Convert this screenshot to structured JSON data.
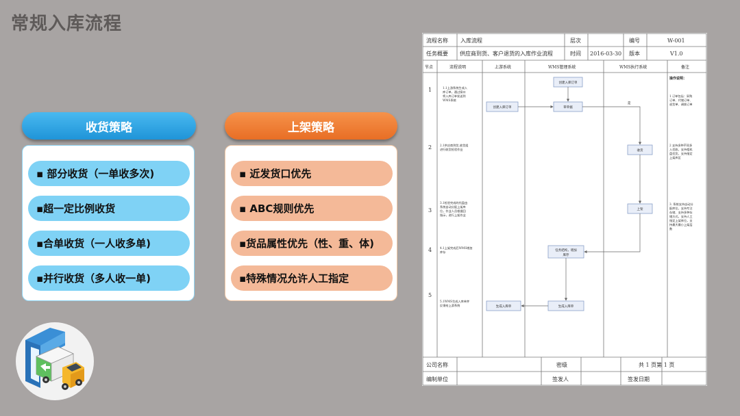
{
  "slide_title": "常规入库流程",
  "receiving": {
    "header": "收货策略",
    "items": [
      "▪ 部分收货（一单收多次)",
      "▪超一定比例收货",
      "▪合单收货（一人收多单)",
      "▪并行收货（多人收一单)"
    ]
  },
  "shelving": {
    "header": "上架策略",
    "items": [
      "▪ 近发货口优先",
      "▪ ABC规则优先",
      "▪货品属性优先（性、重、体)",
      "▪特殊情况允许人工指定"
    ]
  },
  "doc": {
    "header": {
      "flow_name_label": "流程名称",
      "flow_name": "入库流程",
      "level_label": "层次",
      "number_label": "编号",
      "number": "W-001",
      "overview_label": "任务概要",
      "overview": "供应商到货、客户退货的入库作业流程",
      "time_label": "时间",
      "date": "2016-03-30",
      "version_label": "版本",
      "version": "V1.0"
    },
    "columns": [
      "节点",
      "流程说明",
      "上游系统",
      "WMS管理系统",
      "WMS执行系统",
      "备注"
    ],
    "rows": [
      "1",
      "2",
      "3",
      "4",
      "5"
    ],
    "descriptions": [
      [
        "1.1上游系统生成入",
        "库订单，通过接口",
        "将入库订单发送到",
        "WMS系统"
      ],
      [
        "2.1供应商到货,收货组",
        "进行收货检验作业"
      ],
      [
        "3.1检验完成的托盘由",
        "系统自动分配上架库",
        "位，作业人员根据回",
        "指示，进行上架作业"
      ],
      [
        "4.1上架完成后WMS增加",
        "库存"
      ],
      [
        "5.1WMS生成入库单并",
        "反馈给上游系统"
      ]
    ],
    "boxes": {
      "create_receipt_order": "创建入库订单",
      "upstream_create_order": "创建入库订单",
      "review": "审单据",
      "receive": "收货",
      "putaway": "上架",
      "task_done": [
        "任务结构，增加",
        "库存"
      ],
      "generate_receipt": "生成入库单",
      "upstream_receipt": "生成入库单"
    },
    "arrow_label": "是",
    "remarks_title": "操作说明：",
    "remarks": [
      [
        "1 订单包括：采购",
        "订单、代储订单、",
        "退货单、调拨订单"
      ],
      [
        "2 支持多种不同多",
        "入优收，支持相机",
        "盘优货，支持指定",
        "上架库区"
      ],
      [
        "3. 系统支持自动分",
        "配库位，支持专注",
        "存储、支持多种存",
        "储方式，支持人工",
        "指定上架库位，支",
        "持最大最小上架层",
        "数"
      ]
    ],
    "footer": {
      "company_label": "公司名称",
      "secret_label": "密级",
      "page_text": "共  1  页第  1  页",
      "unit_label": "编制单位",
      "issuer_label": "签发人",
      "issue_date_label": "签发日期"
    }
  }
}
